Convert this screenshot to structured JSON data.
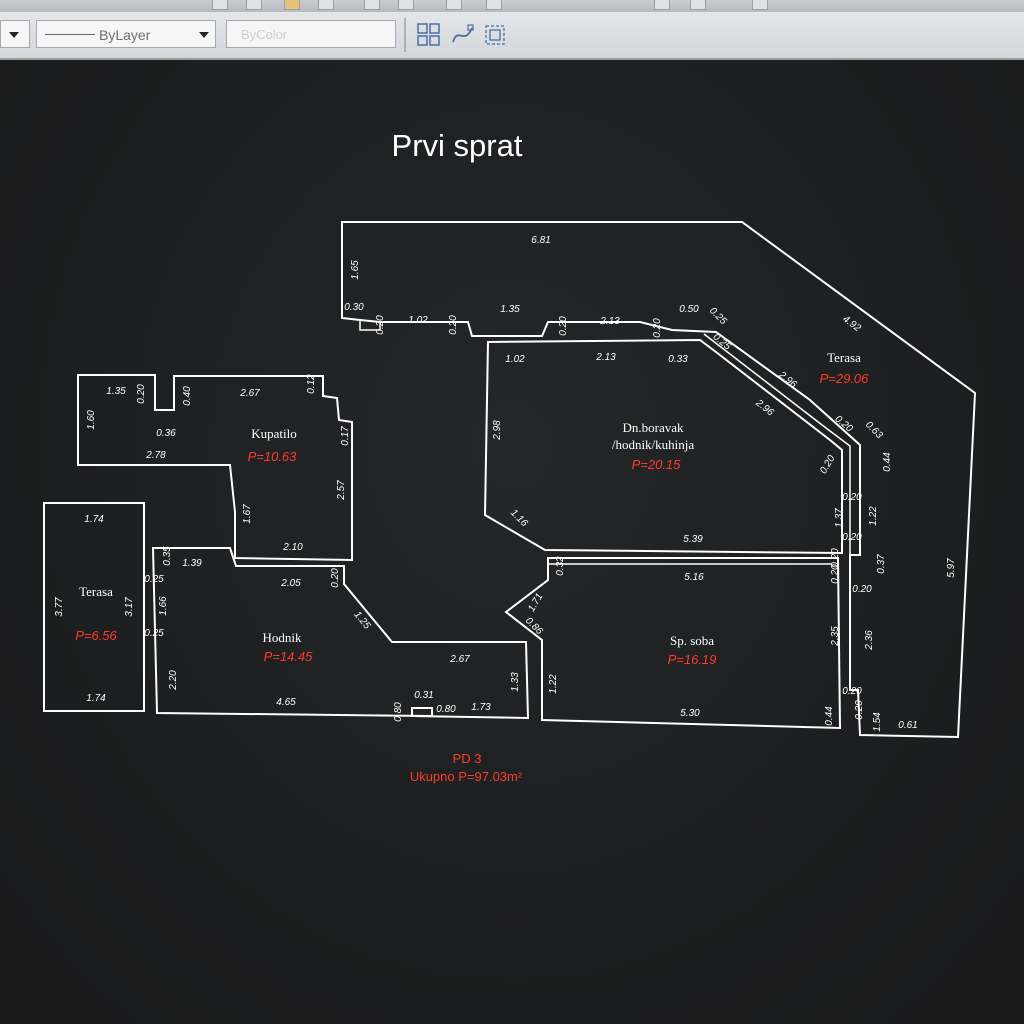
{
  "toolbar": {
    "linetype_value": "ByLayer",
    "plotstyle_placeholder": "ByColor"
  },
  "drawing": {
    "title": "Prvi sprat",
    "rooms": [
      {
        "name": "Terasa",
        "area": "P=29.06"
      },
      {
        "name": "Dn.boravak",
        "name2": "/hodnik/kuhinja",
        "area": "P=20.15"
      },
      {
        "name": "Kupatilo",
        "area": "P=10.63"
      },
      {
        "name": "Terasa",
        "area": "P=6.56"
      },
      {
        "name": "Hodnik",
        "area": "P=14.45"
      },
      {
        "name": "Sp. soba",
        "area": "P=16.19"
      }
    ],
    "unit_label": "PD 3",
    "total_label": "Ukupno P=97.03m²",
    "dimensions": [
      "6.81",
      "1.65",
      "0.30",
      "0.20",
      "1.02",
      "0.20",
      "1.35",
      "0.20",
      "2.13",
      "0.20",
      "0.50",
      "0.25",
      "4.92",
      "1.02",
      "2.13",
      "0.33",
      "2.96",
      "2.96",
      "0.25",
      "0.20",
      "0.20",
      "0.63",
      "0.44",
      "1.35",
      "0.20",
      "2.67",
      "0.12",
      "0.40",
      "1.60",
      "0.36",
      "0.17",
      "2.78",
      "2.57",
      "1.67",
      "2.10",
      "1.74",
      "3.77",
      "3.17",
      "1.74",
      "0.25",
      "0.35",
      "1.39",
      "2.05",
      "0.20",
      "1.66",
      "0.25",
      "1.25",
      "2.67",
      "1.33",
      "2.20",
      "4.65",
      "0.31",
      "0.80",
      "0.80",
      "1.73",
      "2.98",
      "1.16",
      "5.39",
      "0.20",
      "1.37",
      "0.20",
      "1.22",
      "0.20",
      "0.37",
      "0.32",
      "5.16",
      "0.20",
      "0.20",
      "1.71",
      "0.86",
      "1.22",
      "2.35",
      "2.36",
      "5.97",
      "0.20",
      "0.20",
      "5.30",
      "0.44",
      "1.54",
      "0.61"
    ]
  }
}
